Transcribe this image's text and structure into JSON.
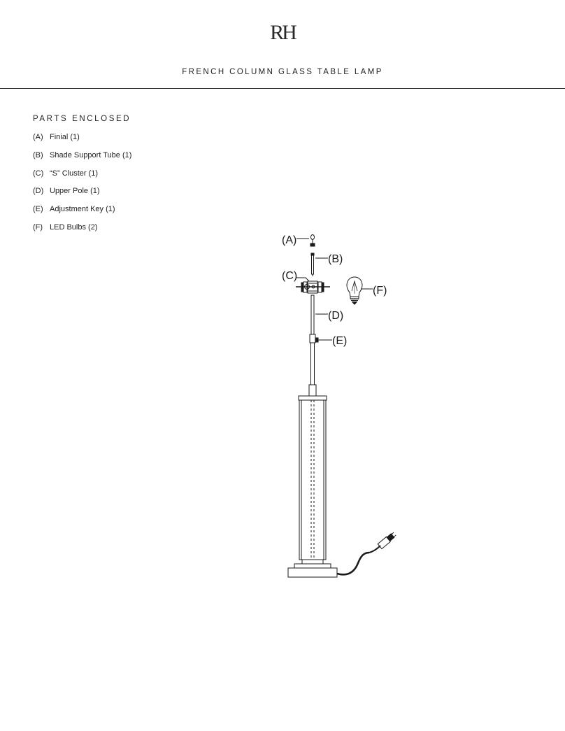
{
  "header": {
    "logo_text": "RH",
    "title": "FRENCH COLUMN GLASS TABLE LAMP"
  },
  "parts": {
    "heading": "PARTS ENCLOSED",
    "items": [
      {
        "letter": "(A)",
        "name": "Finial (1)"
      },
      {
        "letter": "(B)",
        "name": "Shade Support Tube (1)"
      },
      {
        "letter": "(C)",
        "name": "“S” Cluster (1)"
      },
      {
        "letter": "(D)",
        "name": "Upper Pole (1)"
      },
      {
        "letter": "(E)",
        "name": "Adjustment Key (1)"
      },
      {
        "letter": "(F)",
        "name": "LED Bulbs (2)"
      }
    ]
  },
  "diagram": {
    "callouts": {
      "a": "(A)",
      "b": "(B)",
      "c": "(C)",
      "d": "(D)",
      "e": "(E)",
      "f": "(F)"
    }
  }
}
